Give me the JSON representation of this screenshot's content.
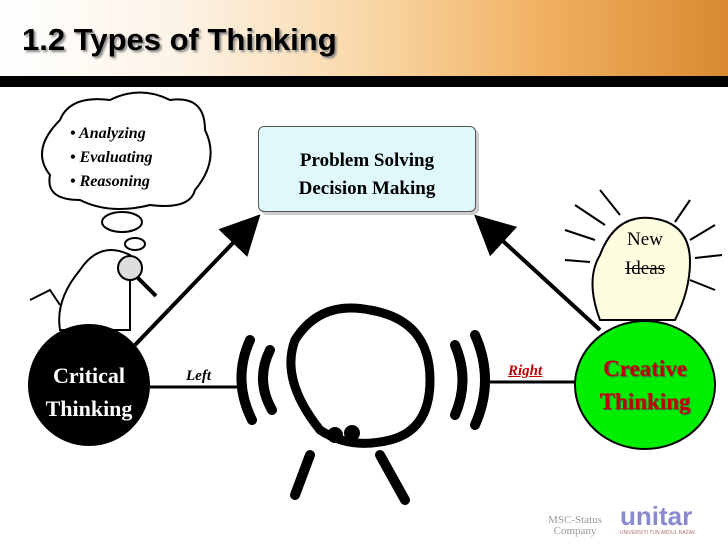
{
  "title": "1.2 Types of Thinking",
  "thought_bubble": {
    "items": [
      "Analyzing",
      "Evaluating",
      "Reasoning"
    ]
  },
  "outcome_box": {
    "lines": [
      "Problem Solving",
      "Decision Making"
    ]
  },
  "critical": {
    "lines": [
      "Critical",
      "Thinking"
    ]
  },
  "creative": {
    "lines": [
      "Creative",
      "Thinking"
    ]
  },
  "bulb": {
    "lines": [
      "New",
      "Ideas"
    ]
  },
  "left_label": "Left",
  "right_label": "Right",
  "logos": {
    "msc": "MSC-Status Company",
    "unitar": "unitar",
    "unitar_sub": "UNIVERSITI TUN ABDUL RAZAK"
  },
  "colors": {
    "creative_fill": "#00ee00",
    "creative_text": "#c00000",
    "box_fill": "#dff8fb"
  }
}
